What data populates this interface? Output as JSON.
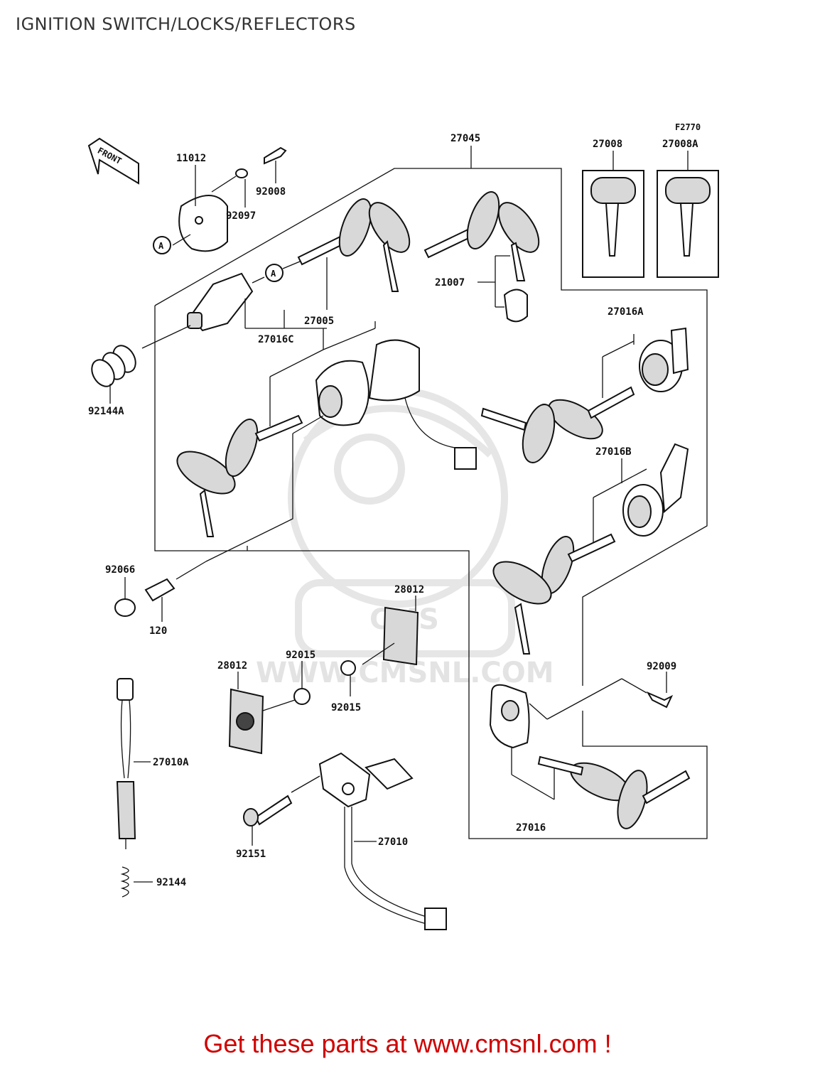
{
  "header": {
    "title": "IGNITION SWITCH/LOCKS/REFLECTORS"
  },
  "diagram": {
    "figure_code": "F2770",
    "front_label": "FRONT",
    "callout_letter": "A",
    "parts": [
      "11012",
      "92008",
      "92097",
      "27045",
      "27008",
      "27008A",
      "21007",
      "27016C",
      "27005",
      "27016A",
      "92144A",
      "27016B",
      "92066",
      "120",
      "28012",
      "28012",
      "92015",
      "92015",
      "92009",
      "27010A",
      "27016",
      "27010",
      "92151",
      "92144"
    ]
  },
  "watermark": {
    "text": "WWW.CMSNL.COM",
    "logo": "CMS"
  },
  "footer": {
    "cta": "Get these parts at www.cmsnl.com !"
  }
}
